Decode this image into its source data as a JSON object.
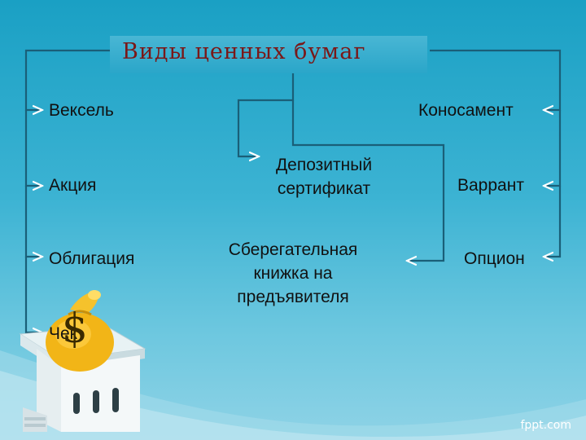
{
  "title": "Виды ценных бумаг",
  "items": {
    "veksel": "Вексель",
    "konosament": "Коносамент",
    "akciya": "Акция",
    "depozit_line1": "Депозитный",
    "depozit_line2": "сертификат",
    "varrant": "Варрант",
    "obligaciya": "Облигация",
    "sberkn_line1": "Сберегательная",
    "sberkn_line2": "книжка на",
    "sberkn_line3": "предъявителя",
    "opcion": "Опцион",
    "chek": "Чек"
  },
  "logo": "fppt.com",
  "colors": {
    "title": "#7a1818",
    "connector": "#1a5f78",
    "arrow": "#ffffff"
  },
  "illustration": {
    "icon": "money-bag-icon",
    "symbol": "$"
  }
}
